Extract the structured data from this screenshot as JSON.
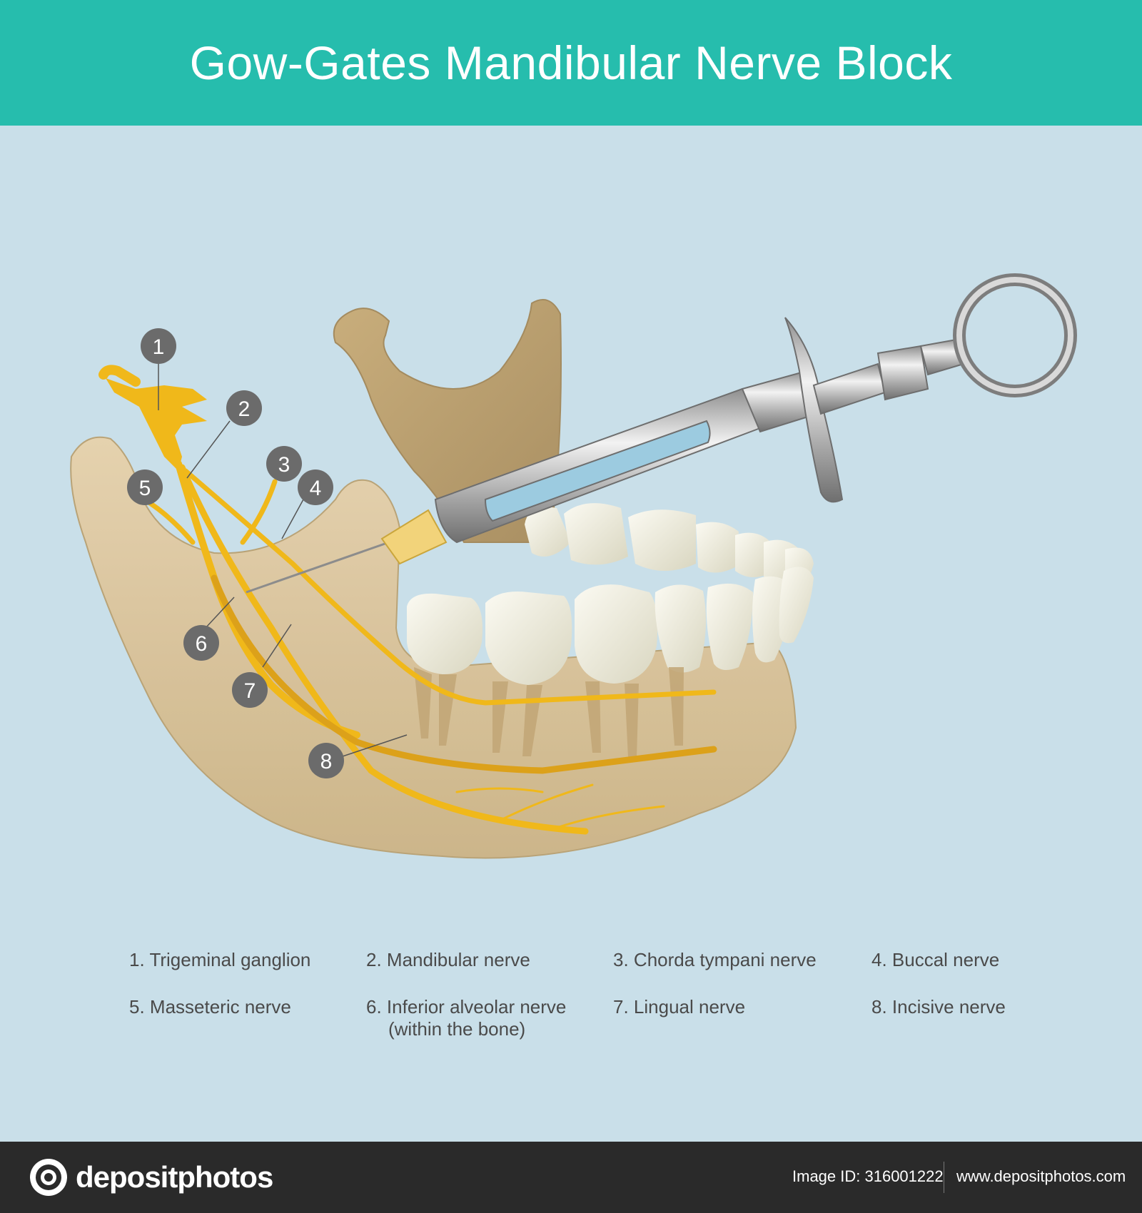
{
  "title": "Gow-Gates Mandibular Nerve Block",
  "callouts": [
    "1",
    "2",
    "3",
    "4",
    "5",
    "6",
    "7",
    "8"
  ],
  "legend": [
    {
      "num": "1.",
      "label": "Trigeminal ganglion"
    },
    {
      "num": "2.",
      "label": "Mandibular nerve"
    },
    {
      "num": "3.",
      "label": "Chorda tympani nerve"
    },
    {
      "num": "4.",
      "label": "Buccal nerve"
    },
    {
      "num": "5.",
      "label": "Masseteric nerve"
    },
    {
      "num": "6.",
      "label": "Inferior alveolar nerve",
      "sub": "(within the bone)"
    },
    {
      "num": "7.",
      "label": "Lingual nerve"
    },
    {
      "num": "8.",
      "label": "Incisive nerve"
    }
  ],
  "footer": {
    "logo_text": "depositphotos",
    "image_id": "Image ID: 316001222",
    "site": "www.depositphotos.com"
  },
  "colors": {
    "header": "#26bdad",
    "background": "#c9dfe9",
    "bone": "#d9c39c",
    "nerve": "#f0b81a",
    "callout": "#6b6b6b",
    "footer": "#2a2a2a"
  }
}
